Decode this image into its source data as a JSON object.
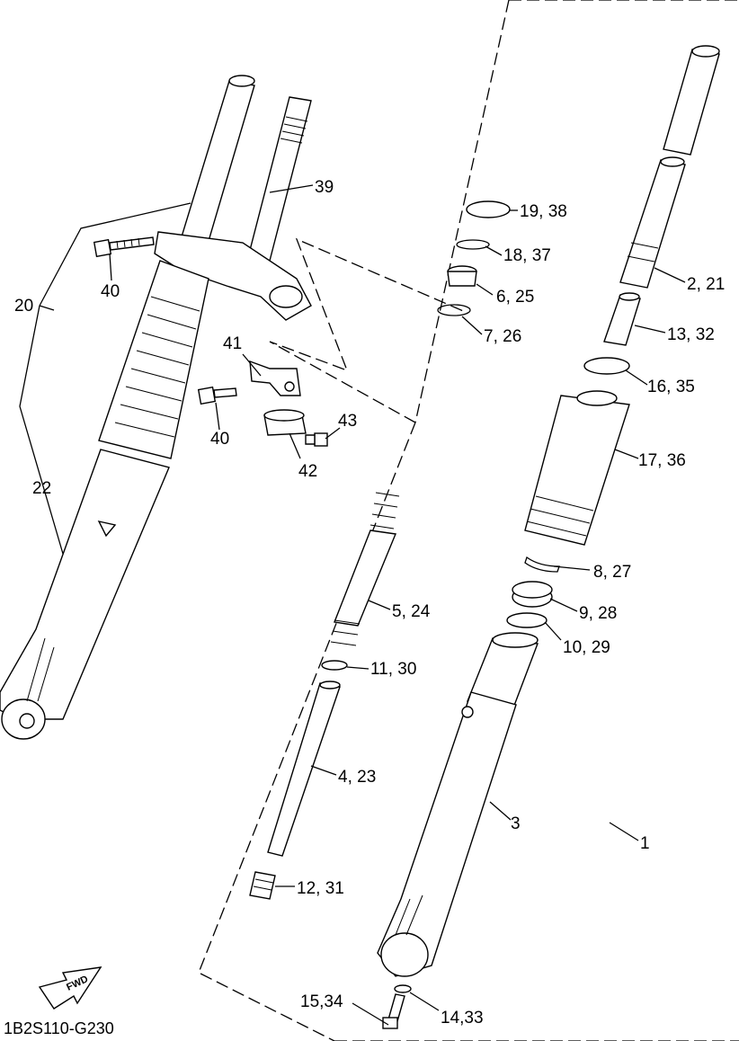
{
  "diagram_code": "1B2S110-G230",
  "fwd_label": "FWD",
  "callouts": [
    {
      "id": "c1",
      "text": "1"
    },
    {
      "id": "c2",
      "text": "2, 21"
    },
    {
      "id": "c3",
      "text": "3"
    },
    {
      "id": "c4",
      "text": "4, 23"
    },
    {
      "id": "c5",
      "text": "5, 24"
    },
    {
      "id": "c6",
      "text": "6, 25"
    },
    {
      "id": "c7",
      "text": "7, 26"
    },
    {
      "id": "c8",
      "text": "8, 27"
    },
    {
      "id": "c9",
      "text": "9, 28"
    },
    {
      "id": "c10",
      "text": "10, 29"
    },
    {
      "id": "c11",
      "text": "11, 30"
    },
    {
      "id": "c12",
      "text": "12, 31"
    },
    {
      "id": "c13",
      "text": "13, 32"
    },
    {
      "id": "c14",
      "text": "14,33"
    },
    {
      "id": "c15",
      "text": "15,34"
    },
    {
      "id": "c16",
      "text": "16, 35"
    },
    {
      "id": "c17",
      "text": "17, 36"
    },
    {
      "id": "c18",
      "text": "18, 37"
    },
    {
      "id": "c19",
      "text": "19, 38"
    },
    {
      "id": "c20",
      "text": "20"
    },
    {
      "id": "c22",
      "text": "22"
    },
    {
      "id": "c39",
      "text": "39"
    },
    {
      "id": "c40a",
      "text": "40"
    },
    {
      "id": "c40b",
      "text": "40"
    },
    {
      "id": "c41",
      "text": "41"
    },
    {
      "id": "c42",
      "text": "42"
    },
    {
      "id": "c43",
      "text": "43"
    }
  ]
}
